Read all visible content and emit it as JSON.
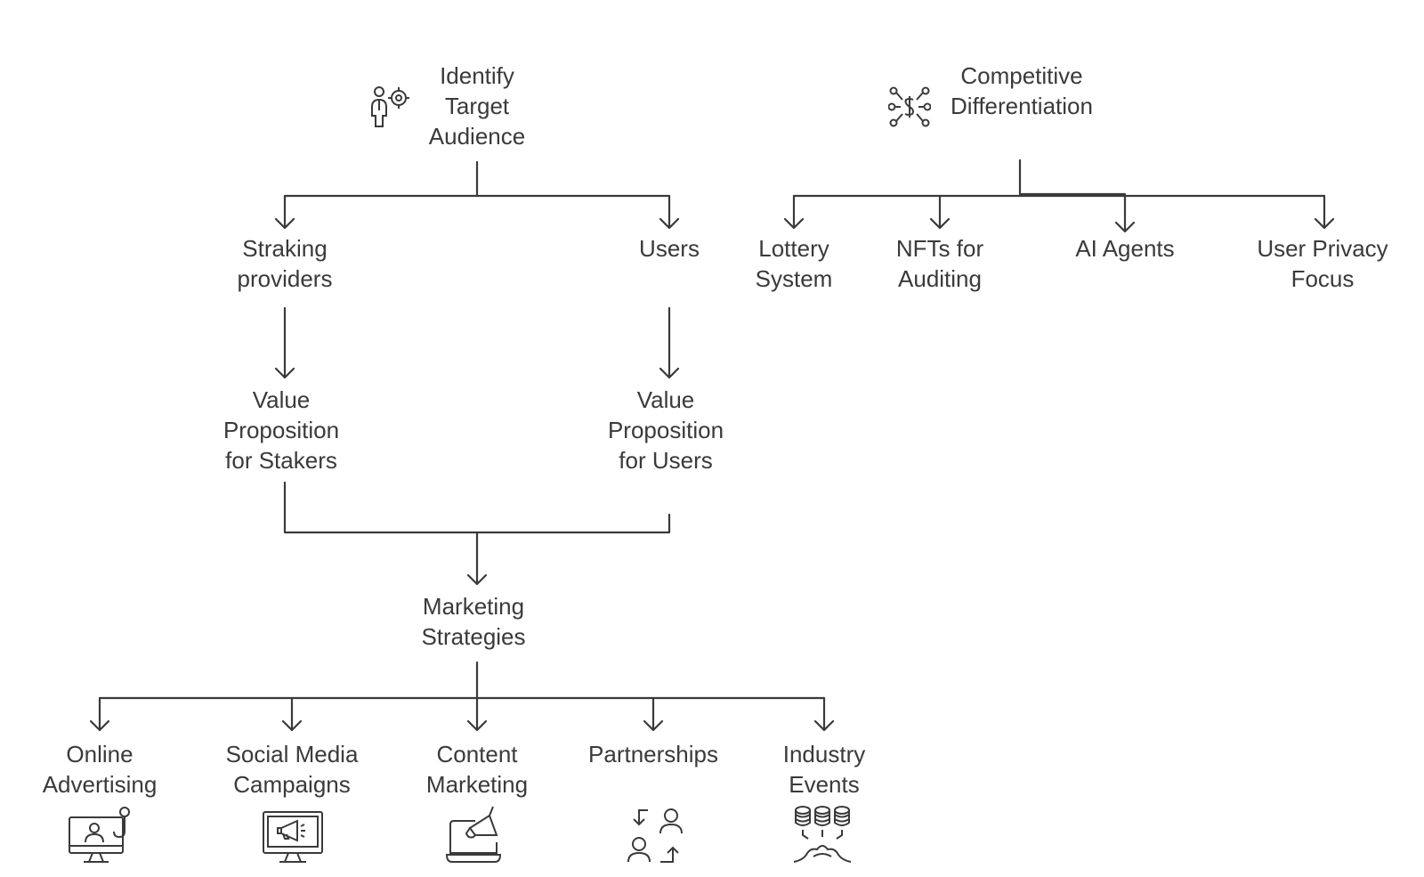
{
  "diagram": {
    "target_audience": {
      "label": "Identify\nTarget\nAudience",
      "icon": "target-person-icon"
    },
    "competitive": {
      "label": "Competitive\nDifferentiation",
      "icon": "network-dollar-icon"
    },
    "staking_providers": {
      "label": "Straking\nproviders"
    },
    "users": {
      "label": "Users"
    },
    "vp_stakers": {
      "label": "Value\nProposition\nfor Stakers"
    },
    "vp_users": {
      "label": "Value\nProposition\nfor Users"
    },
    "marketing": {
      "label": "Marketing\nStrategies"
    },
    "differentiators": [
      {
        "label": "Lottery\nSystem"
      },
      {
        "label": "NFTs for\nAuditing"
      },
      {
        "label": "AI Agents"
      },
      {
        "label": "User Privacy\nFocus"
      }
    ],
    "strategies": [
      {
        "label": "Online\nAdvertising",
        "icon": "monitor-person-pin-icon"
      },
      {
        "label": "Social Media\nCampaigns",
        "icon": "monitor-megaphone-icon"
      },
      {
        "label": "Content\nMarketing",
        "icon": "laptop-megaphone-icon"
      },
      {
        "label": "Partnerships",
        "icon": "people-exchange-icon"
      },
      {
        "label": "Industry\nEvents",
        "icon": "coins-splash-icon"
      }
    ]
  },
  "colors": {
    "line": "#3a3a3a",
    "text": "#3a3a3a",
    "background": "#ffffff"
  }
}
